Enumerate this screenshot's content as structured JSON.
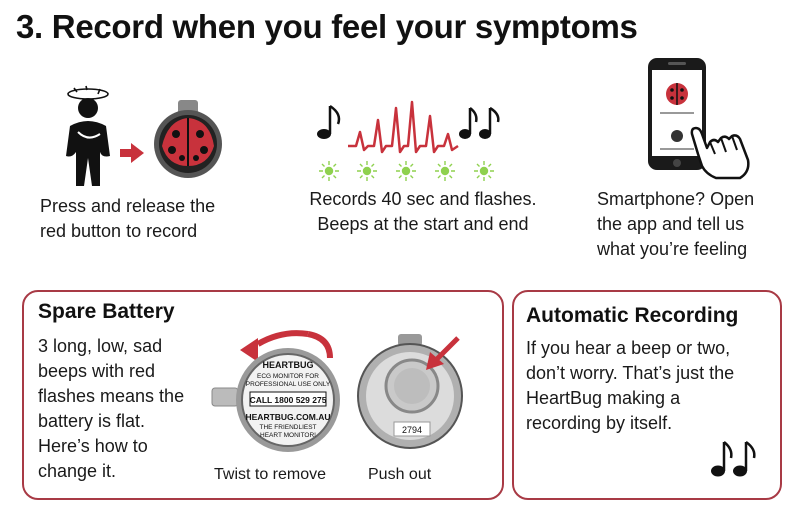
{
  "title": "3. Record when you feel your symptoms",
  "steps": [
    {
      "caption_lines": [
        "Press and release the",
        "red button to record"
      ]
    },
    {
      "caption_lines": [
        "Records 40 sec and flashes.",
        "Beeps at the start and end"
      ]
    },
    {
      "caption_lines": [
        "Smartphone? Open",
        "the app and tell us",
        "what you’re feeling"
      ]
    }
  ],
  "spare_battery": {
    "title": "Spare Battery",
    "body_lines": [
      "3 long, low, sad",
      "beeps with red",
      "flashes means the",
      "battery is flat.",
      "Here’s how to",
      "change it."
    ],
    "twist_caption": "Twist to remove",
    "push_caption": "Push out",
    "device_label": {
      "brand": "HEARTBUG",
      "line1": "ECG MONITOR FOR",
      "line2": "PROFESSIONAL USE ONLY",
      "call": "CALL 1800 529 275",
      "site": "HEARTBUG.COM.AU",
      "tag1": "THE FRIENDLIEST",
      "tag2": "HEART MONITOR!"
    },
    "serial": "2794"
  },
  "automatic_recording": {
    "title": "Automatic Recording",
    "body_lines": [
      "If you hear a beep or two,",
      "don’t worry. That’s just the",
      "HeartBug making a",
      "recording by itself."
    ]
  },
  "colors": {
    "accent_red": "#c8323c",
    "box_border": "#a83a45",
    "flash_green": "#8fd14f"
  },
  "icons": [
    "dizzy-person-icon",
    "arrow-right-icon",
    "heartbug-device-icon",
    "music-note-icon",
    "double-music-note-icon",
    "ecg-wave-icon",
    "green-flash-icon",
    "smartphone-icon",
    "pointing-hand-icon",
    "twist-arrow-icon",
    "push-arrow-icon"
  ]
}
